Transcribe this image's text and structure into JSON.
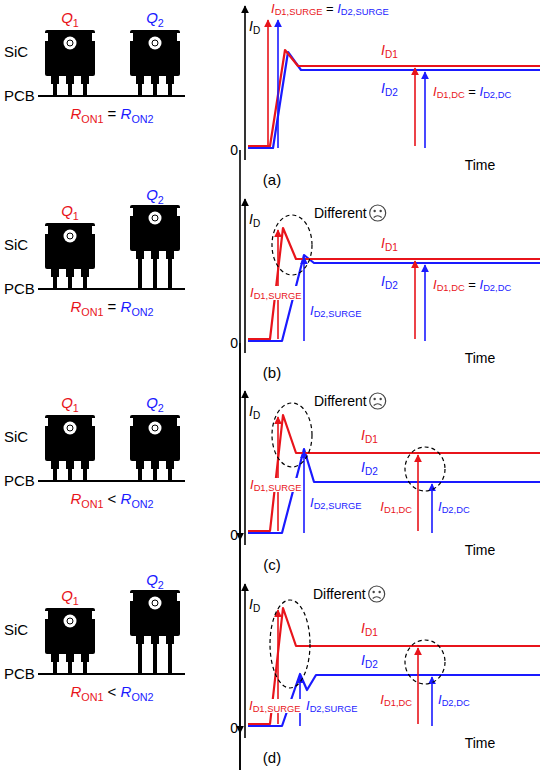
{
  "diagram": {
    "labels": [
      "Q1",
      "Q2",
      "SiC",
      "PCB",
      "RON1 = RON2",
      "ID",
      "ID1,SURGE = ID2,SURGE",
      "ID1",
      "ID2",
      "ID1,DC = ID2,DC",
      "0",
      "Time",
      "(a)",
      "Q1",
      "Q2",
      "SiC",
      "PCB",
      "RON1 = RON2",
      "ID",
      "Different",
      "ID1",
      "ID1,SURGE",
      "ID2",
      "ID1,DC = ID2,DC",
      "ID2,SURGE",
      "0",
      "Time",
      "(b)",
      "Q1",
      "Q2",
      "SiC",
      "PCB",
      "RON1 < RON2",
      "ID",
      "Different",
      "ID1",
      "ID1,SURGE",
      "ID2",
      "ID1,DC",
      "ID2,DC",
      "ID2,SURGE",
      "0",
      "Time",
      "(c)",
      "Q1",
      "Q2",
      "SiC",
      "PCB",
      "RON1 < RON2",
      "ID",
      "Different",
      "ID1",
      "ID1,SURGE",
      "ID2",
      "ID1,DC",
      "ID2,DC",
      "ID2,SURGE",
      "0",
      "Time",
      "(d)"
    ]
  }
}
